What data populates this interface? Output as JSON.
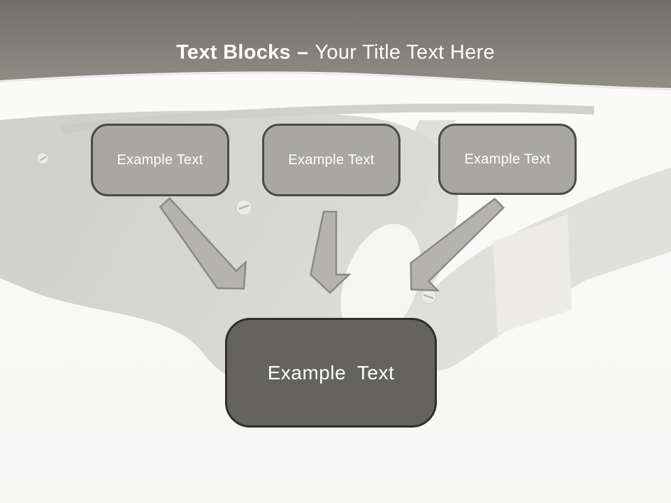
{
  "slide": {
    "title": {
      "bold": "Text Blocks",
      "dash": "–",
      "regular": "Your Title Text Here"
    },
    "source_blocks": [
      {
        "label": "Example Text"
      },
      {
        "label": "Example Text"
      },
      {
        "label": "Example Text"
      }
    ],
    "result_block": {
      "label": "Example Text"
    },
    "background_description": "Faded black sunglasses photo watermark"
  },
  "icons": {
    "arrows": [
      "diagonal-down-right-arrow",
      "down-arrow",
      "diagonal-down-left-arrow"
    ]
  },
  "colors": {
    "header-top": "#716f68",
    "header-bottom": "#908e85",
    "header-edge": "#e6e5e1",
    "title-text": "#ffffff",
    "page-bg-top": "#fbfbfa",
    "page-bg": "#f6f6f5",
    "block-fill": "#a8a7a2",
    "block-border": "#4a4a48",
    "block-text": "#ffffff",
    "result-fill": "#646361",
    "result-border": "#2e2e2d",
    "arrow-fill": "#b4b3ae",
    "arrow-stroke": "#8a8984",
    "photo-gray": "#cdcdcb",
    "photo-light": "#dddcd9"
  }
}
